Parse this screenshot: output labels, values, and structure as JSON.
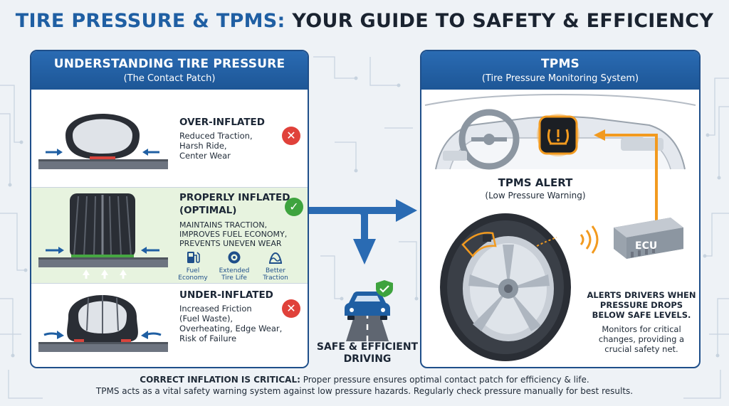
{
  "title": {
    "part1": "TIRE PRESSURE & TPMS:",
    "part2": "YOUR GUIDE TO SAFETY & EFFICIENCY"
  },
  "left_panel": {
    "heading": "UNDERSTANDING TIRE PRESSURE",
    "subheading": "(The Contact Patch)",
    "over": {
      "title": "OVER-INFLATED",
      "lines": [
        "Reduced Traction,",
        "Harsh Ride,",
        "Center Wear"
      ],
      "status_icon": "x-icon"
    },
    "proper": {
      "title1": "PROPERLY INFLATED",
      "title2": "(OPTIMAL)",
      "lines": [
        "MAINTAINS TRACTION,",
        "IMPROVES FUEL ECONOMY,",
        "PREVENTS UNEVEN WEAR"
      ],
      "status_icon": "check-icon",
      "benefits": [
        {
          "icon": "fuel-pump-icon",
          "label1": "Fuel",
          "label2": "Economy"
        },
        {
          "icon": "tire-icon",
          "label1": "Extended",
          "label2": "Tire Life"
        },
        {
          "icon": "traction-icon",
          "label1": "Better",
          "label2": "Traction"
        }
      ]
    },
    "under": {
      "title": "UNDER-INFLATED",
      "lines": [
        "Increased Friction",
        "(Fuel Waste),",
        "Overheating, Edge Wear,",
        "Risk of Failure"
      ],
      "status_icon": "x-icon"
    }
  },
  "middle": {
    "label1": "SAFE & EFFICIENT",
    "label2": "DRIVING"
  },
  "right_panel": {
    "heading": "TPMS",
    "subheading": "(Tire Pressure Monitoring System)",
    "alert_title": "TPMS ALERT",
    "alert_sub": "(Low Pressure Warning)",
    "ecu_label": "ECU",
    "strong_lines": [
      "ALERTS DRIVERS WHEN",
      "PRESSURE DROPS",
      "BELOW SAFE LEVELS."
    ],
    "note_lines": [
      "Monitors for critical",
      "changes, providing a",
      "crucial safety net."
    ]
  },
  "footer": {
    "bold": "CORRECT INFLATION IS CRITICAL:",
    "line1_rest": " Proper pressure ensures optimal contact patch for efficiency & life.",
    "line2": "TPMS acts as a vital safety warning system against low pressure hazards. Regularly check pressure manually for best results."
  },
  "colors": {
    "brand_blue": "#1f5fa3",
    "panel_border": "#1f4f8a",
    "ok_green": "#3ea33e",
    "error_red": "#e0413a",
    "alert_orange": "#f29a1f",
    "proper_band": "#e7f3df"
  }
}
